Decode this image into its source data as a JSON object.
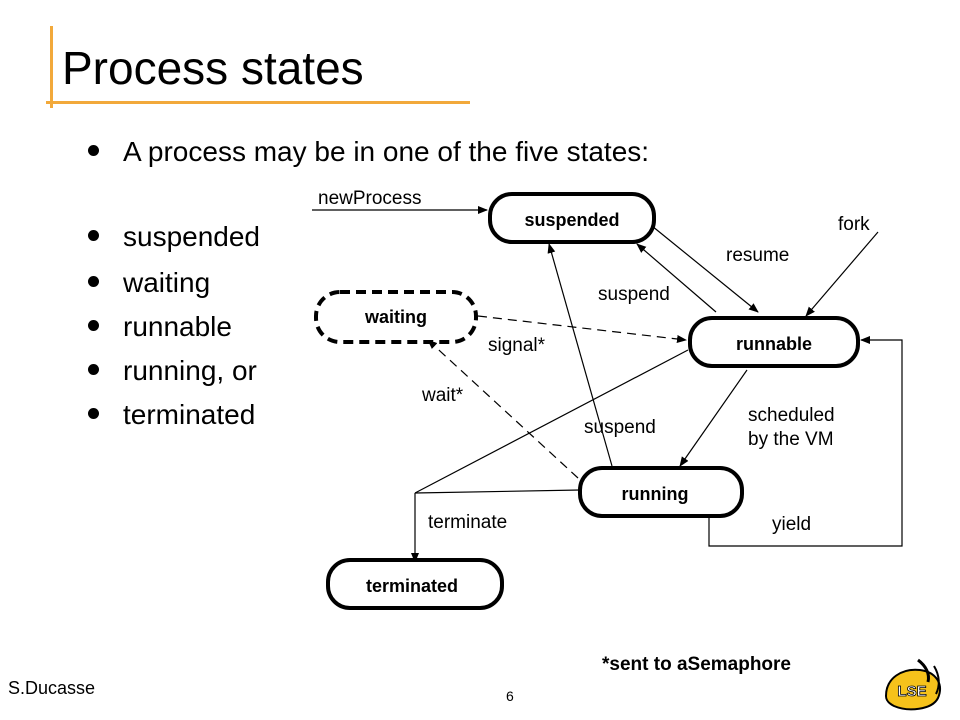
{
  "slide": {
    "title": "Process states",
    "author": "S.Ducasse",
    "page_number": "6"
  },
  "bullets": [
    "A process may be in one of the five states:",
    "suspended",
    "waiting",
    "runnable",
    "running, or",
    "terminated"
  ],
  "diagram": {
    "states": {
      "suspended": "suspended",
      "waiting": "waiting",
      "runnable": "runnable",
      "running": "running",
      "terminated": "terminated"
    },
    "transitions": {
      "new_process": "newProcess",
      "fork": "fork",
      "resume": "resume",
      "suspend_runnable": "suspend",
      "signal": "signal*",
      "wait": "wait*",
      "suspend_running": "suspend",
      "scheduled_line1": "scheduled",
      "scheduled_line2": "by the VM",
      "terminate": "terminate",
      "yield": "yield"
    },
    "footnote": "*sent to aSemaphore"
  },
  "logo": {
    "text": "LSE",
    "icon": "lse-logo-icon"
  },
  "colors": {
    "accent": "#f2a93b",
    "logo_yellow": "#f6c21b"
  }
}
